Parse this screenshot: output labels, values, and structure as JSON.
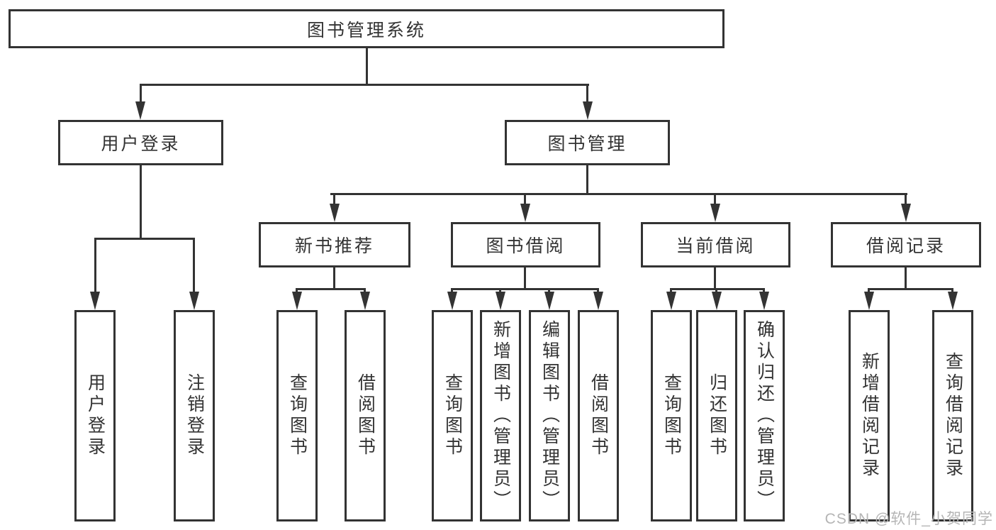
{
  "tree": {
    "label": "图书管理系统",
    "children": [
      {
        "label": "用户登录",
        "children": [
          {
            "label": "用户登录"
          },
          {
            "label": "注销登录"
          }
        ]
      },
      {
        "label": "图书管理",
        "children": [
          {
            "label": "新书推荐",
            "children": [
              {
                "label": "查询图书"
              },
              {
                "label": "借阅图书"
              }
            ]
          },
          {
            "label": "图书借阅",
            "children": [
              {
                "label": "查询图书"
              },
              {
                "label": "新增图书（管理员）"
              },
              {
                "label": "编辑图书（管理员）"
              },
              {
                "label": "借阅图书"
              }
            ]
          },
          {
            "label": "当前借阅",
            "children": [
              {
                "label": "查询图书"
              },
              {
                "label": "归还图书"
              },
              {
                "label": "确认归还（管理员）"
              }
            ]
          },
          {
            "label": "借阅记录",
            "children": [
              {
                "label": "新增借阅记录"
              },
              {
                "label": "查询借阅记录"
              }
            ]
          }
        ]
      }
    ]
  },
  "watermark": "CSDN @软件_小贺同学",
  "colors": {
    "line": "#333333",
    "text": "#333333",
    "box_background": "#ffffff",
    "watermark": "#b5b5b5",
    "background": "#ffffff"
  }
}
